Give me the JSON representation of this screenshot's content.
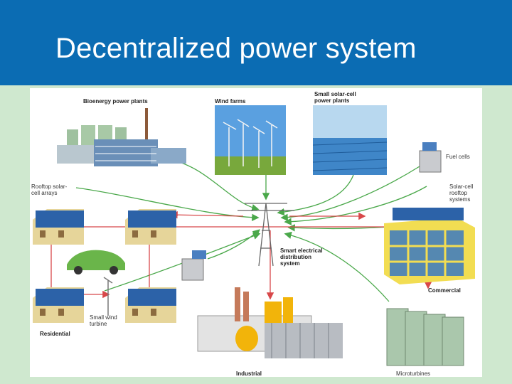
{
  "slide": {
    "title": "Decentralized power system"
  },
  "labels": {
    "bioenergy": "Bioenergy power plants",
    "wind": "Wind farms",
    "solar_plants": "Small solar-cell\npower plants",
    "fuel_cells": "Fuel cells",
    "rooftop_arrays": "Rooftop solar-\ncell arrays",
    "solar_rooftop": "Solar-cell\nrooftop\nsystems",
    "smart_grid": "Smart electrical\ndistribution\nsystem",
    "commercial": "Commercial",
    "small_wind": "Small wind\nturbine",
    "residential": "Residential",
    "industrial": "Industrial",
    "microturbines": "Microturbines"
  },
  "colors": {
    "header": "#0b6cb3",
    "background": "#cfe8cf",
    "green_flow": "#4aa84a",
    "red_flow": "#d8484a"
  }
}
